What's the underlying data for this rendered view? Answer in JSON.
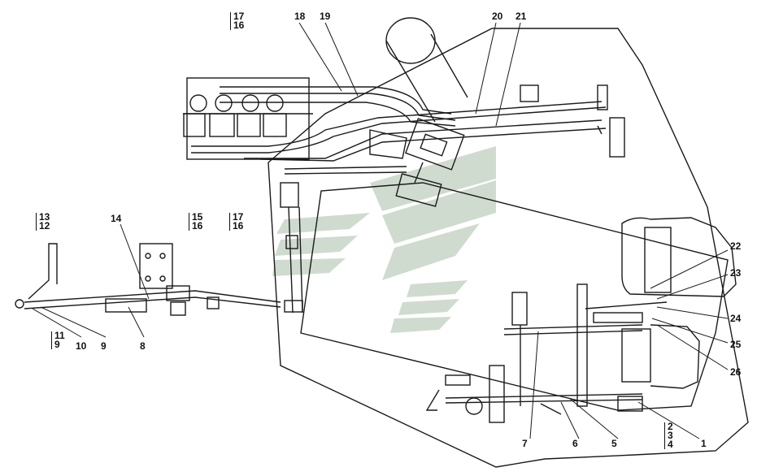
{
  "labels": {
    "n1": "1",
    "n5": "5",
    "n6": "6",
    "n7": "7",
    "n8": "8",
    "n9": "9",
    "n10": "10",
    "n14": "14",
    "n18": "18",
    "n19": "19",
    "n20": "20",
    "n21": "21",
    "n22": "22",
    "n23": "23",
    "n24": "24",
    "n25": "25",
    "n26": "26"
  },
  "stacks": {
    "top_17_16": [
      "17",
      "16"
    ],
    "left_13_12": [
      "13",
      "12"
    ],
    "mid_15_16": [
      "15",
      "16"
    ],
    "mid_17_16": [
      "17",
      "16"
    ],
    "bot_11_9": [
      "11",
      "9"
    ],
    "bot_2_3_4": [
      "2",
      "3",
      "4"
    ]
  },
  "colors": {
    "line": "#1a1a1a",
    "watermark": "#c9d6c9"
  }
}
